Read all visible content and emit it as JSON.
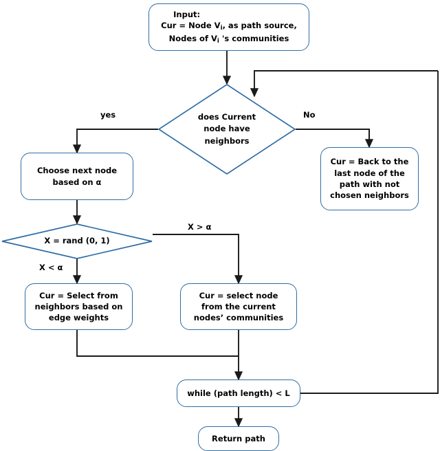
{
  "diagram": {
    "type": "flowchart",
    "title": "Random walk path generation flowchart",
    "colors": {
      "node_stroke": "#2e6da4",
      "node_fill": "#ffffff",
      "connector": "#1a1a1a",
      "text": "#000000"
    },
    "nodes": {
      "input": {
        "shape": "rounded-rectangle",
        "lines": [
          "Input:",
          "Cur = Node Vi, as path source,",
          "Nodes of Vi 's communities"
        ],
        "line1": "Input:",
        "line2_pre": "Cur = Node V",
        "line2_sub": "i",
        "line2_post": ", as path source,",
        "line3_pre": "Nodes of V",
        "line3_sub": "i",
        "line3_post": " 's communities"
      },
      "has_neighbors": {
        "shape": "diamond",
        "lines": [
          "does Current",
          "node have",
          "neighbors"
        ]
      },
      "choose_next": {
        "shape": "rounded-rectangle",
        "lines": [
          "Choose next node",
          "based on α"
        ]
      },
      "back_to_last": {
        "shape": "rounded-rectangle",
        "lines": [
          "Cur = Back to the",
          "last node of the",
          "path with not",
          "chosen neighbors"
        ]
      },
      "rand": {
        "shape": "diamond",
        "lines": [
          "X = rand (0, 1)"
        ]
      },
      "select_edge_weights": {
        "shape": "rounded-rectangle",
        "lines": [
          "Cur = Select from",
          "neighbors based on",
          "edge weights"
        ]
      },
      "select_community": {
        "shape": "rounded-rectangle",
        "lines": [
          "Cur = select node",
          "from the current",
          "nodes’ communities"
        ]
      },
      "while_loop": {
        "shape": "rounded-rectangle",
        "lines": [
          "while (path length) < L"
        ]
      },
      "return_path": {
        "shape": "rounded-rectangle",
        "lines": [
          "Return path"
        ]
      }
    },
    "edge_labels": {
      "yes": "yes",
      "no": "No",
      "x_lt_alpha": "X < α",
      "x_gt_alpha": "X > α"
    },
    "edges": [
      {
        "from": "input",
        "to": "has_neighbors",
        "label": ""
      },
      {
        "from": "has_neighbors",
        "to": "choose_next",
        "label": "yes"
      },
      {
        "from": "has_neighbors",
        "to": "back_to_last",
        "label": "No"
      },
      {
        "from": "back_to_last",
        "to": "has_neighbors",
        "label": ""
      },
      {
        "from": "choose_next",
        "to": "rand",
        "label": ""
      },
      {
        "from": "rand",
        "to": "select_edge_weights",
        "label": "X < α"
      },
      {
        "from": "rand",
        "to": "select_community",
        "label": "X > α"
      },
      {
        "from": "select_edge_weights",
        "to": "while_loop",
        "label": ""
      },
      {
        "from": "select_community",
        "to": "while_loop",
        "label": ""
      },
      {
        "from": "while_loop",
        "to": "has_neighbors",
        "label": ""
      },
      {
        "from": "while_loop",
        "to": "return_path",
        "label": ""
      }
    ]
  }
}
